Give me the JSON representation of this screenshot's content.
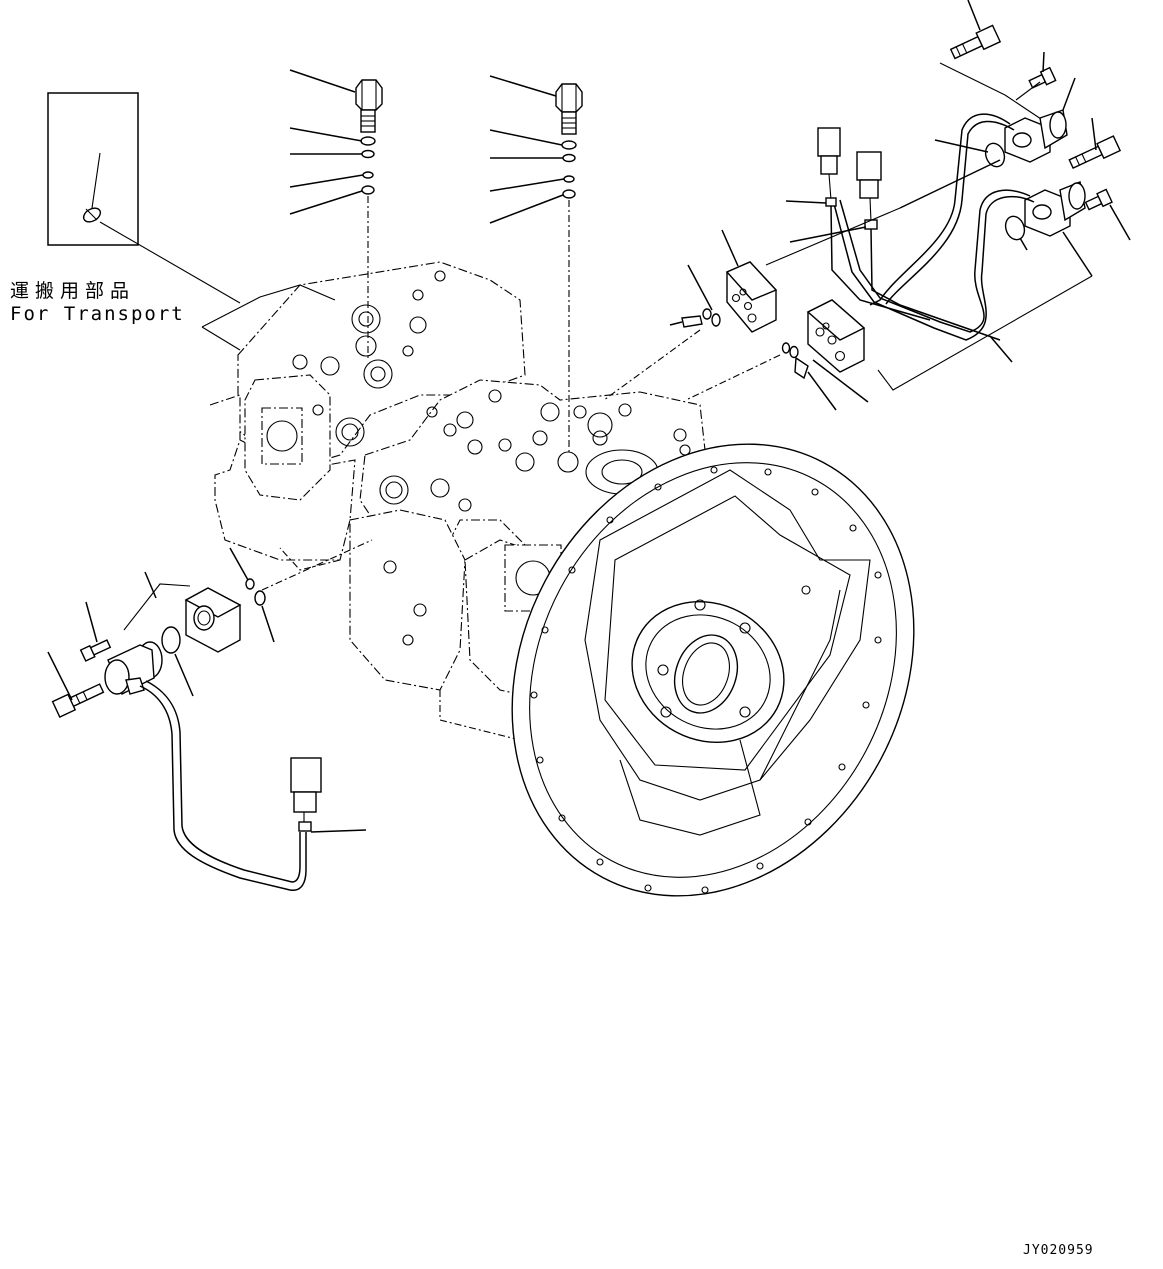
{
  "diagram": {
    "transport_label_jp": "運搬用部品",
    "transport_label_en": "For Transport",
    "drawing_id": "JY020959"
  }
}
